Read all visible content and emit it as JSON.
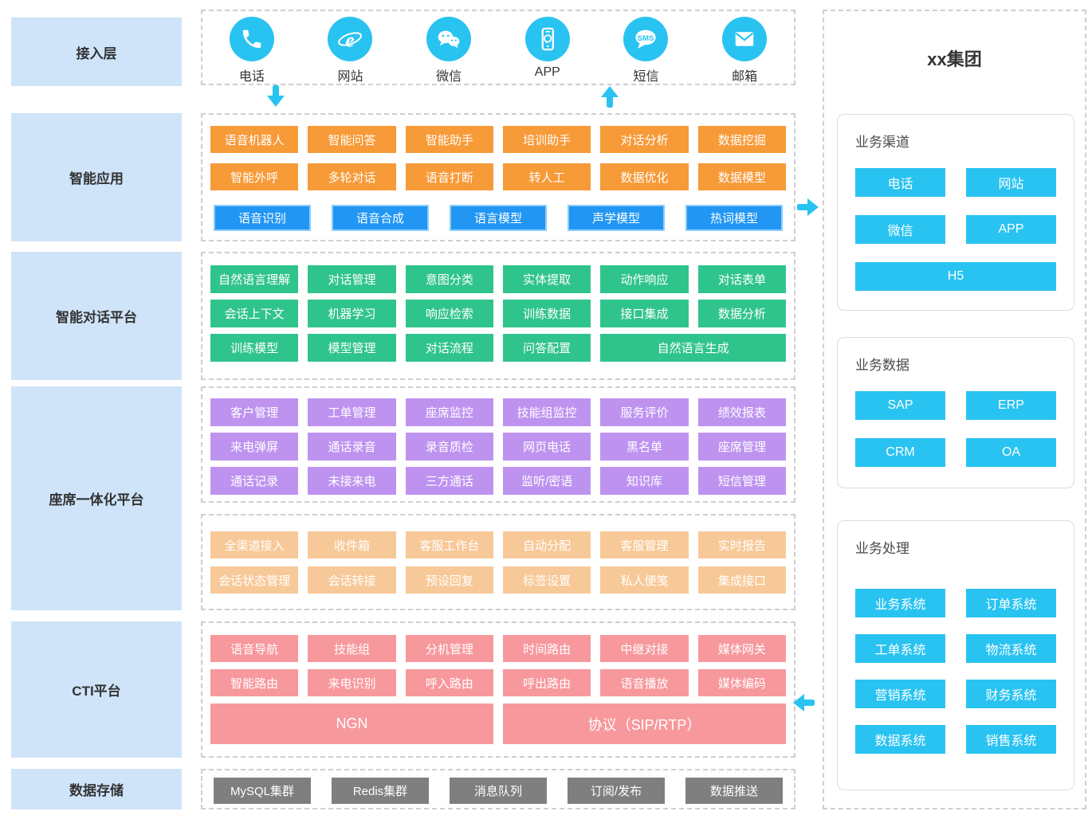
{
  "layers": [
    {
      "label": "接入层"
    },
    {
      "label": "智能应用"
    },
    {
      "label": "智能对话平台"
    },
    {
      "label": "座席一体化平台"
    },
    {
      "label": "CTI平台"
    },
    {
      "label": "数据存储"
    }
  ],
  "access": {
    "items": [
      {
        "label": "电话",
        "icon": "phone-icon"
      },
      {
        "label": "网站",
        "icon": "browser-icon"
      },
      {
        "label": "微信",
        "icon": "wechat-icon"
      },
      {
        "label": "APP",
        "icon": "app-icon"
      },
      {
        "label": "短信",
        "icon": "sms-icon"
      },
      {
        "label": "邮箱",
        "icon": "mail-icon"
      }
    ]
  },
  "sections": {
    "intelligent_app": {
      "row1": [
        "语音机器人",
        "智能问答",
        "智能助手",
        "培训助手",
        "对话分析",
        "数据挖掘"
      ],
      "row2": [
        "智能外呼",
        "多轮对话",
        "语音打断",
        "转人工",
        "数据优化",
        "数据模型"
      ],
      "models": [
        "语音识别",
        "语音合成",
        "语言模型",
        "声学模型",
        "热词模型"
      ]
    },
    "dialog_platform": {
      "row1": [
        "自然语言理解",
        "对话管理",
        "意图分类",
        "实体提取",
        "动作响应",
        "对话表单"
      ],
      "row2": [
        "会话上下文",
        "机器学习",
        "响应检索",
        "训练数据",
        "接口集成",
        "数据分析"
      ],
      "row3": [
        "训练模型",
        "模型管理",
        "对话流程",
        "问答配置",
        {
          "label": "自然语言生成",
          "span": 2
        }
      ]
    },
    "agent_platform": {
      "row1": [
        "客户管理",
        "工单管理",
        "座席监控",
        "技能组监控",
        "服务评价",
        "绩效报表"
      ],
      "row2": [
        "来电弹屏",
        "通话录音",
        "录音质检",
        "网页电话",
        "黑名单",
        "座席管理"
      ],
      "row3": [
        "通话记录",
        "未接来电",
        "三方通话",
        "监听/密语",
        "知识库",
        "短信管理"
      ]
    },
    "workbench": {
      "row1": [
        "全渠道接入",
        "收件箱",
        "客服工作台",
        "自动分配",
        "客服管理",
        "实时报告"
      ],
      "row2": [
        "会话状态管理",
        "会话转接",
        "预设回复",
        "标签设置",
        "私人便笺",
        "集成接口"
      ]
    },
    "cti": {
      "row1": [
        "语音导航",
        "技能组",
        "分机管理",
        "时间路由",
        "中继对接",
        "媒体网关"
      ],
      "row2": [
        "智能路由",
        "来电识别",
        "呼入路由",
        "呼出路由",
        "语音播放",
        "媒体编码"
      ],
      "row3": [
        {
          "label": "NGN",
          "span": 3
        },
        {
          "label": "协议（SIP/RTP）",
          "span": 3
        }
      ]
    },
    "storage": {
      "row1": [
        "MySQL集群",
        "Redis集群",
        "消息队列",
        "订阅/发布",
        "数据推送"
      ]
    }
  },
  "right_panel": {
    "title": "xx集团",
    "groups": [
      {
        "title": "业务渠道",
        "items": [
          "电话",
          "网站",
          "微信",
          "APP",
          {
            "label": "H5",
            "span": 2
          }
        ]
      },
      {
        "title": "业务数据",
        "items": [
          "SAP",
          "ERP",
          "CRM",
          "OA"
        ]
      },
      {
        "title": "业务处理",
        "items": [
          "业务系统",
          "订单系统",
          "工单系统",
          "物流系统",
          "营销系统",
          "财务系统",
          "数据系统",
          "销售系统"
        ]
      }
    ]
  },
  "colors": {
    "accent_cyan": "#29c3f1",
    "orange": "#f79a38",
    "model_blue": "#2196f3",
    "green": "#30c48d",
    "purple": "#be93f0",
    "peach": "#f8c998",
    "pink": "#f7989d",
    "gray": "#7f7f7f",
    "layer_bg": "#cfe4f8"
  }
}
